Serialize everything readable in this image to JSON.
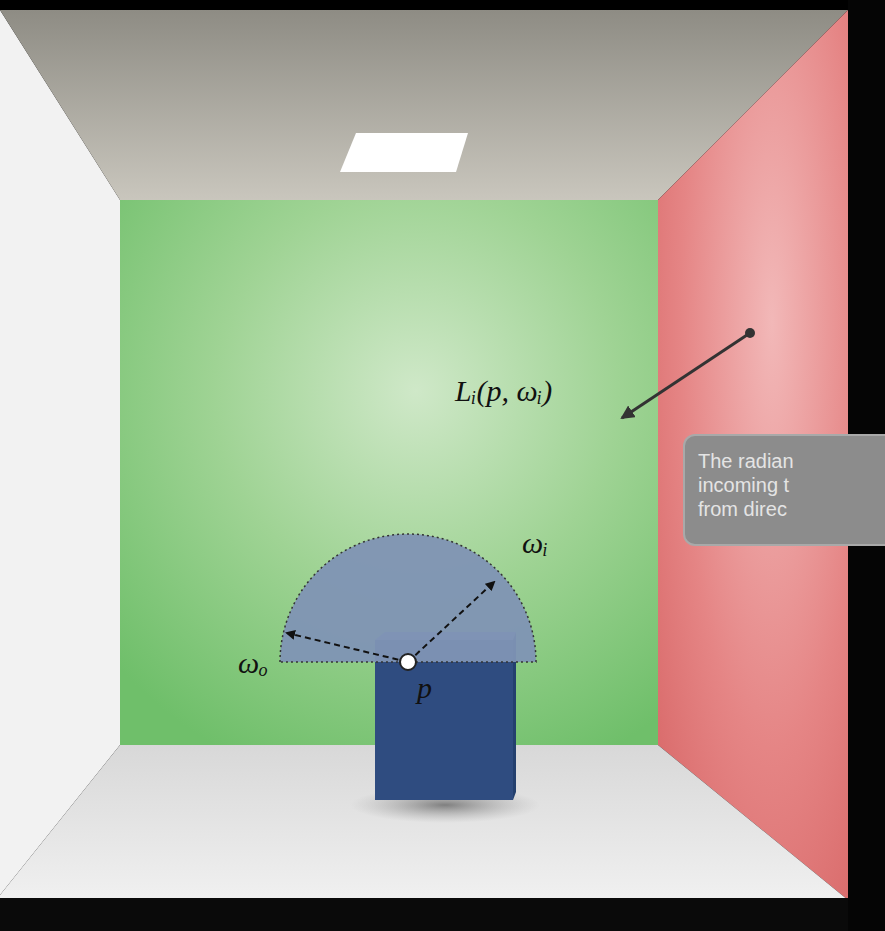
{
  "diagram": {
    "nodes": [
      {
        "text": [
          "The radian incoming t from direc"
        ]
      }
    ],
    "labels": [
      "Lᵢ(p, ωᵢ)",
      "ωᵢ",
      "ωₒ",
      "p"
    ]
  }
}
